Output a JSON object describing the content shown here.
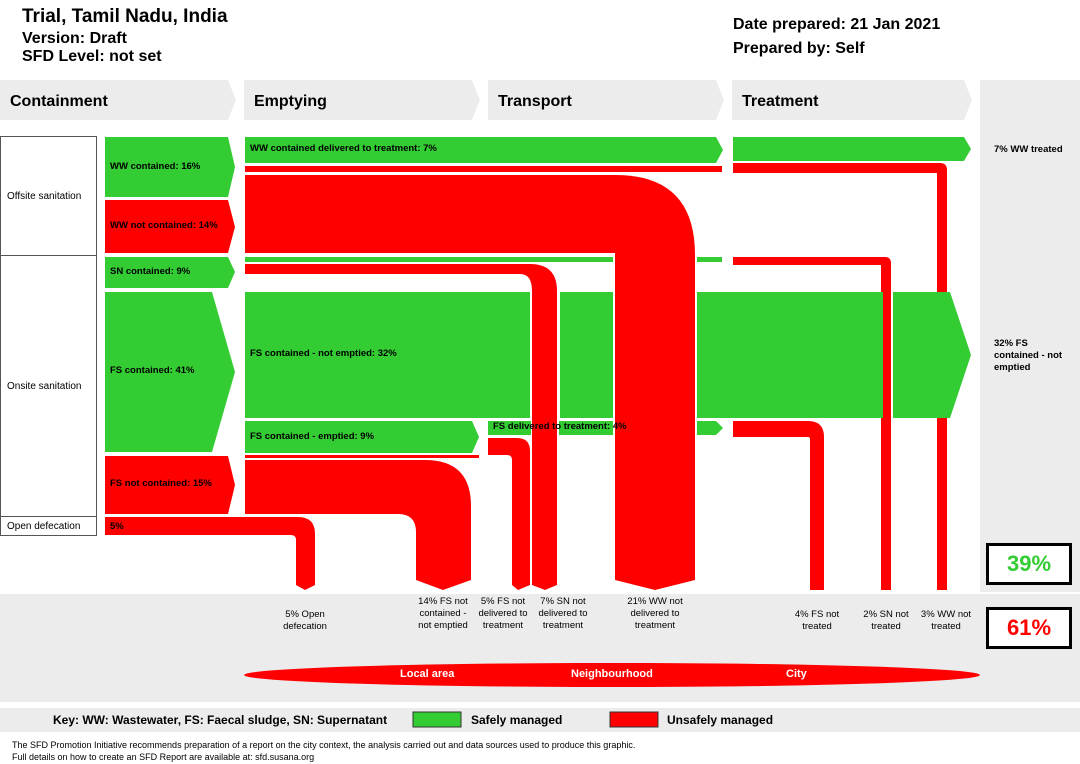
{
  "header": {
    "title": "Trial, Tamil Nadu, India",
    "version": "Version: Draft",
    "sfd_level": "SFD Level: not set",
    "date": "Date prepared: 21 Jan 2021",
    "prepared_by": "Prepared by: Self"
  },
  "stages": [
    "Containment",
    "Emptying",
    "Transport",
    "Treatment"
  ],
  "categories": {
    "offsite": "Offsite sanitation",
    "onsite": "Onsite sanitation",
    "open": "Open defecation"
  },
  "flows": {
    "ww_contained": "WW contained: 16%",
    "ww_not_contained": "WW not contained: 14%",
    "sn_contained": "SN contained: 9%",
    "fs_contained": "FS contained: 41%",
    "fs_not_contained": "FS not contained: 15%",
    "open_def": "5%",
    "ww_delivered": "WW contained delivered to treatment: 7%",
    "fs_not_emptied": "FS contained - not emptied: 32%",
    "fs_emptied": "FS contained - emptied: 9%",
    "fs_delivered": "FS delivered to treatment: 4%"
  },
  "outcomes": {
    "ww_treated": "7% WW treated",
    "fs_not_emptied": "32% FS contained - not emptied"
  },
  "summary": {
    "safe": "39%",
    "unsafe": "61%"
  },
  "bottom_labels": [
    "5% Open defecation",
    "14% FS not contained - not emptied",
    "5% FS not delivered to treatment",
    "7% SN not delivered to treatment",
    "21% WW not delivered to treatment",
    "4% FS not treated",
    "2% SN not treated",
    "3% WW not treated"
  ],
  "areas": [
    "Local area",
    "Neighbourhood",
    "City"
  ],
  "key": {
    "text": "Key: WW: Wastewater, FS: Faecal sludge, SN: Supernatant",
    "safe": "Safely managed",
    "unsafe": "Unsafely managed"
  },
  "colors": {
    "safe": "#33cc33",
    "unsafe": "#ff0000",
    "panel": "#ececec"
  },
  "footer": {
    "line1": "The SFD Promotion Initiative recommends preparation of a report on the city context, the analysis carried out and data sources used to produce this graphic.",
    "line2": "Full details on how to create an SFD Report are available at: sfd.susana.org"
  }
}
